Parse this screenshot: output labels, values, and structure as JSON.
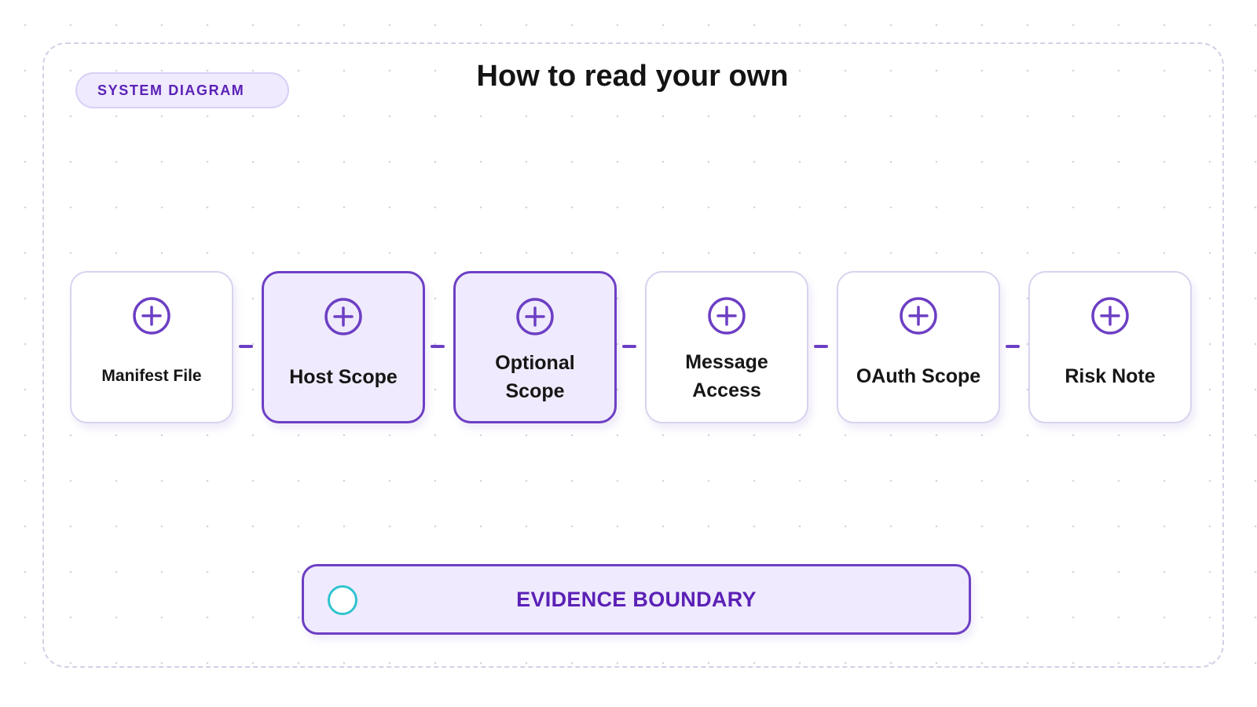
{
  "badge": {
    "label": "SYSTEM DIAGRAM"
  },
  "title": "How to read your own",
  "nodes": [
    {
      "label": "Manifest File",
      "icon": "plus-circle-icon",
      "highlighted": false
    },
    {
      "label": "Host Scope",
      "icon": "plus-circle-icon",
      "highlighted": true
    },
    {
      "label": "Optional Scope",
      "icon": "plus-circle-icon",
      "highlighted": true
    },
    {
      "label": "Message Access",
      "icon": "plus-circle-icon",
      "highlighted": false
    },
    {
      "label": "OAuth Scope",
      "icon": "plus-circle-icon",
      "highlighted": false
    },
    {
      "label": "Risk Note",
      "icon": "plus-circle-icon",
      "highlighted": false
    }
  ],
  "boundary": {
    "label": "EVIDENCE BOUNDARY",
    "icon": "ring-icon"
  },
  "colors": {
    "accent": "#6d3fc4",
    "accent_text": "#5b21b6",
    "highlight_fill": "#efeafd",
    "node_border": "#d9d2ef",
    "ring": "#2ec4cf"
  }
}
